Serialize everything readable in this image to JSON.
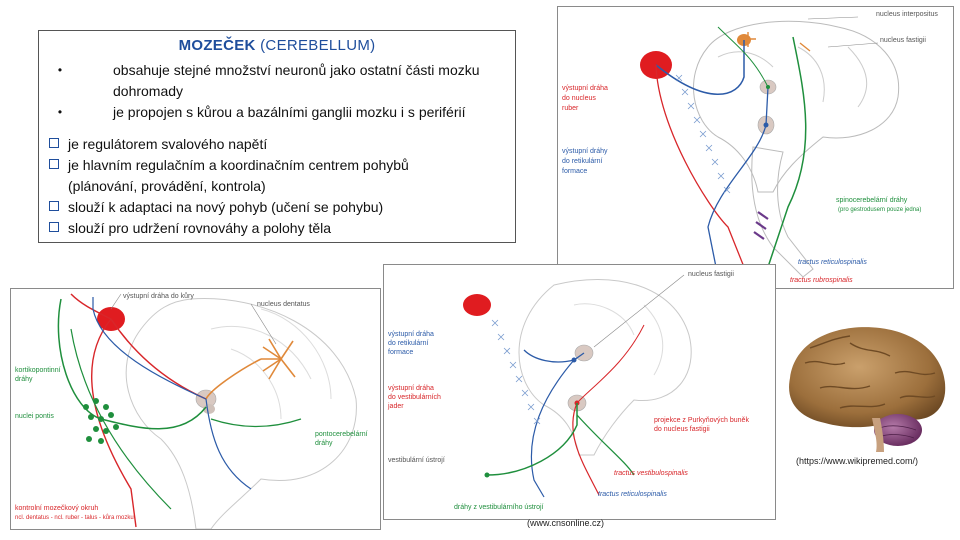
{
  "slide": {
    "title_bold": "MOZEČEK",
    "title_light": " (CEREBELLUM)",
    "bullets": [
      "obsahuje stejné množství neuronů jako ostatní části mozku",
      "dohromady",
      "je propojen s kůrou a bazálními ganglii mozku i s periférií"
    ],
    "checklist": [
      "je regulátorem svalového napětí",
      "je hlavním regulačním a koordinačním centrem pohybů",
      "(plánování, provádění, kontrola)",
      "slouží k adaptaci na nový pohyb (učení se pohybu)",
      "slouží pro udržení rovnováhy a polohy těla"
    ]
  },
  "diagram_top_right": {
    "labels": {
      "nucleus_interpositus": "nucleus interpositus",
      "nucleus_fastigii": "nucleus fastigii",
      "vystupni_ruber_1": "výstupní dráha",
      "vystupni_ruber_2": "do nucleus",
      "vystupni_ruber_3": "ruber",
      "vystupni_retikul_1": "výstupní dráhy",
      "vystupni_retikul_2": "do retikulární",
      "vystupni_retikul_3": "formace",
      "spinocerebellar": "spinocerebelární dráhy",
      "spinocerebellar_sub": "(pro gestrodusem pouze jedna)",
      "tractus_reticulospinalis": "tractus reticulospinalis",
      "tractus_rubrospinalis": "tractus rubrospinalis"
    }
  },
  "diagram_left": {
    "labels": {
      "vystupni_kura": "výstupní dráha do kůry",
      "nucleus_dentatus": "nucleus dentatus",
      "kortikopontinni_1": "kortikopontinní",
      "kortikopontinni_2": "dráhy",
      "nuclei_pontis": "nuclei pontis",
      "pontocerebellar_1": "pontocerebelární",
      "pontocerebellar_2": "dráhy",
      "okruh_1": "kontrolní mozečkový okruh",
      "okruh_2": "ncl. dentatus - ncl. ruber - talus - kůra mozku"
    }
  },
  "diagram_middle": {
    "labels": {
      "nucleus_fastigii": "nucleus fastigii",
      "vystupni_retikul_1": "výstupní dráha",
      "vystupni_retikul_2": "do retikulární",
      "vystupni_retikul_3": "formace",
      "vystupni_vestib_1": "výstupní dráha",
      "vystupni_vestib_2": "do vestibulárních",
      "vystupni_vestib_3": "jader",
      "projekce_1": "projekce z Purkyňových buněk",
      "projekce_2": "do nucleus fastigii",
      "vestibularni_ustroji": "vestibulární ústrojí",
      "tractus_vestibulospinalis": "tractus vestibulospinalis",
      "tractus_reticulospinalis": "tractus reticulospinalis",
      "drahy_vestib": "dráhy z vestibulárního ústrojí"
    }
  },
  "captions": {
    "wikipremed": "(https://www.wikipremed.com/)",
    "cnsonline": "(www.cnsonline.cz)"
  },
  "colors": {
    "title_blue": "#1f4e9c",
    "path_red": "#d8262a",
    "path_blue": "#2c5ba8",
    "path_green": "#1f8f3d",
    "nucleus_orange": "#e0893a"
  }
}
